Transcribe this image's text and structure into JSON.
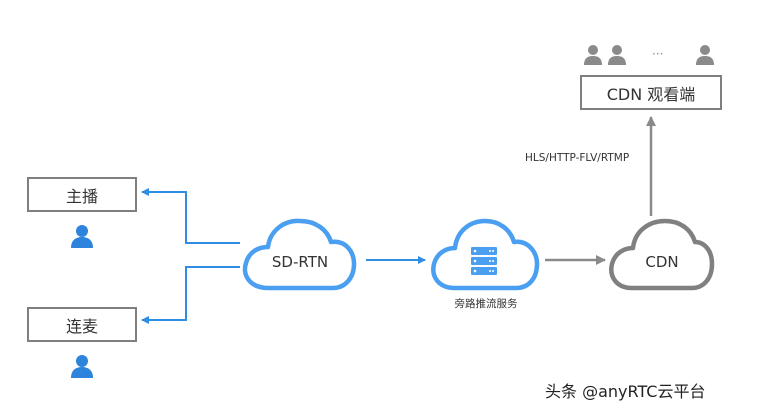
{
  "nodes": {
    "host": {
      "label": "主播"
    },
    "colink": {
      "label": "连麦"
    },
    "sdrtn": {
      "label": "SD-RTN"
    },
    "bypass": {
      "label": "旁路推流服务"
    },
    "cdn": {
      "label": "CDN"
    },
    "viewers": {
      "label": "CDN 观看端",
      "ellipsis": "···"
    }
  },
  "edges": {
    "cdn_to_viewers": {
      "label": "HLS/HTTP-FLV/RTMP"
    }
  },
  "watermark": {
    "text": "头条 @anyRTC云平台"
  },
  "colors": {
    "blue": "#2f8de4",
    "blue_cloud": "#4a9ff0",
    "gray": "#8a8a8a",
    "gray_cloud": "#808080",
    "user_blue": "#2e84dc",
    "user_gray": "#8a8a8a"
  },
  "icons": [
    "user-icon",
    "cloud-icon",
    "server-icon",
    "arrow-icon"
  ]
}
